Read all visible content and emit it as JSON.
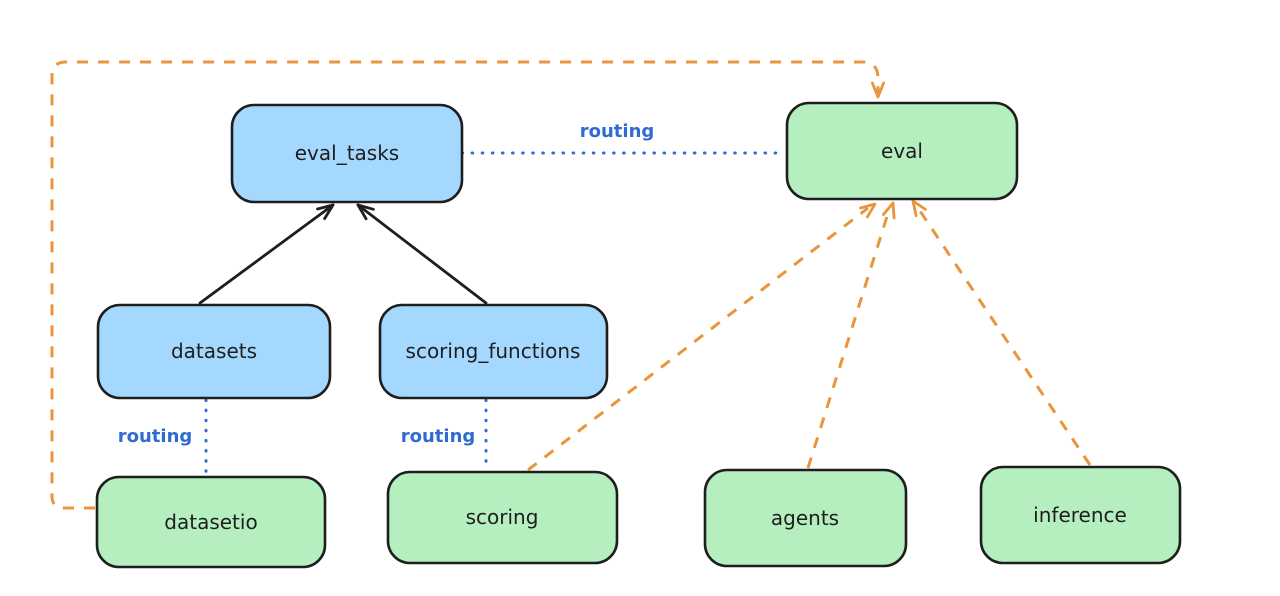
{
  "colors": {
    "node_blue_fill": "#a5d8ff",
    "node_green_fill": "#b6efbf",
    "node_stroke": "#1e1e1e",
    "routing_blue": "#2f6bd0",
    "orange": "#e8953c",
    "black": "#1e1e1e",
    "background": "#ffffff"
  },
  "nodes": [
    {
      "id": "eval_tasks",
      "label": "eval_tasks",
      "color": "blue"
    },
    {
      "id": "eval",
      "label": "eval",
      "color": "green"
    },
    {
      "id": "datasets",
      "label": "datasets",
      "color": "blue"
    },
    {
      "id": "scoring_functions",
      "label": "scoring_functions",
      "color": "blue"
    },
    {
      "id": "datasetio",
      "label": "datasetio",
      "color": "green"
    },
    {
      "id": "scoring",
      "label": "scoring",
      "color": "green"
    },
    {
      "id": "agents",
      "label": "agents",
      "color": "green"
    },
    {
      "id": "inference",
      "label": "inference",
      "color": "green"
    }
  ],
  "edges": [
    {
      "from": "datasets",
      "to": "eval_tasks",
      "style": "solid-black-arrow",
      "label": ""
    },
    {
      "from": "scoring_functions",
      "to": "eval_tasks",
      "style": "solid-black-arrow",
      "label": ""
    },
    {
      "from": "eval_tasks",
      "to": "eval",
      "style": "dotted-blue",
      "label": "routing"
    },
    {
      "from": "datasets",
      "to": "datasetio",
      "style": "dotted-blue",
      "label": "routing"
    },
    {
      "from": "scoring_functions",
      "to": "scoring",
      "style": "dotted-blue",
      "label": "routing"
    },
    {
      "from": "datasetio",
      "to": "eval",
      "style": "dashed-orange-arrow",
      "label": ""
    },
    {
      "from": "scoring",
      "to": "eval",
      "style": "dashed-orange-arrow",
      "label": ""
    },
    {
      "from": "agents",
      "to": "eval",
      "style": "dashed-orange-arrow",
      "label": ""
    },
    {
      "from": "inference",
      "to": "eval",
      "style": "dashed-orange-arrow",
      "label": ""
    }
  ]
}
